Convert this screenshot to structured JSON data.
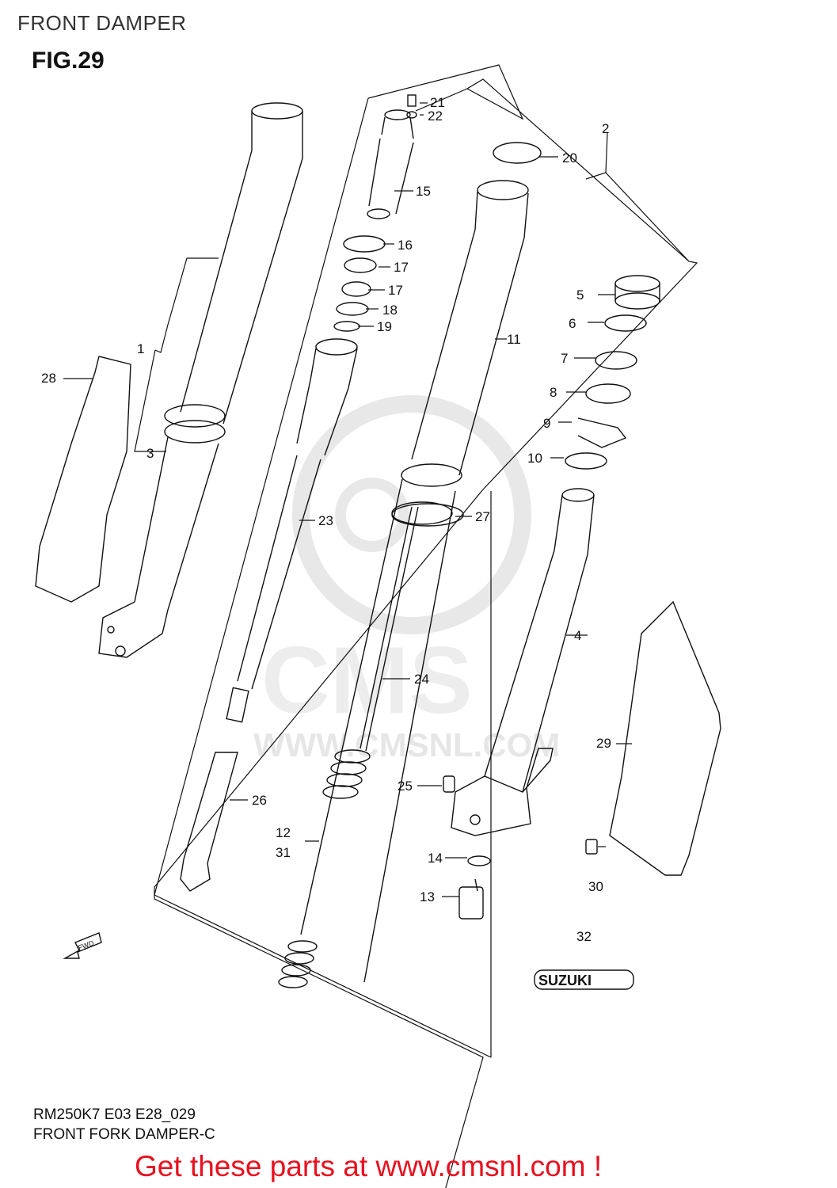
{
  "header": {
    "title": "FRONT DAMPER",
    "figure": "FIG.29"
  },
  "callouts": [
    "1",
    "2",
    "3",
    "4",
    "5",
    "6",
    "7",
    "8",
    "9",
    "10",
    "11",
    "12",
    "31",
    "13",
    "14",
    "15",
    "16",
    "17",
    "17",
    "18",
    "19",
    "20",
    "21",
    "22",
    "23",
    "24",
    "25",
    "26",
    "27",
    "28",
    "29",
    "30",
    "32"
  ],
  "parts": {
    "badge_text": "SUZUKI",
    "arrow_text": "FWD"
  },
  "watermark": {
    "brand": "CMS",
    "url": "WWW.CMSNL.COM"
  },
  "footer": {
    "model_code": "RM250K7 E03 E28_029",
    "diagram_name": "FRONT FORK DAMPER-C"
  },
  "promo": {
    "text": "Get these parts at www.cmsnl.com !"
  },
  "colors": {
    "line": "#111111",
    "promo": "#e8101f",
    "watermark": "#e4e4e4"
  }
}
